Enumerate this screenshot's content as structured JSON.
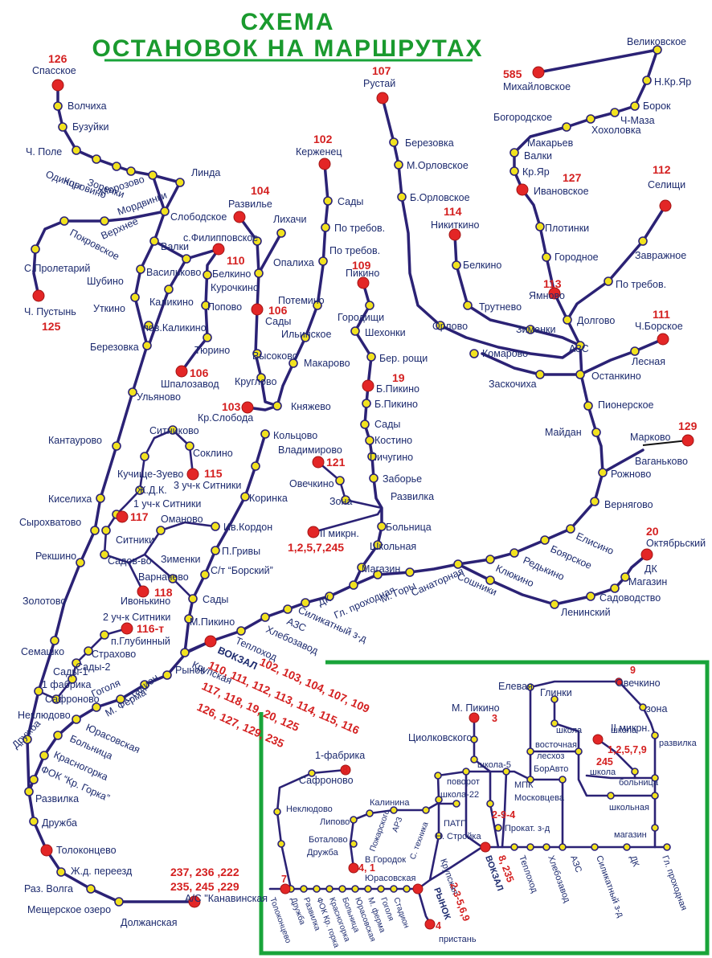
{
  "title": {
    "line1": "СХЕМА",
    "line2": "ОСТАНОВОК НА МАРШРУТАХ"
  },
  "colors": {
    "route": "#2b2275",
    "stop_fill": "#f1e21f",
    "terminal": "#e32626",
    "frame": "#19a43a",
    "label": "#1c2a6e",
    "route_number": "#d42020"
  },
  "routes": {
    "r126": "126",
    "r125": "125",
    "r104": "104",
    "r110": "110",
    "r106": "106",
    "r106b": "106",
    "r102": "102",
    "r109": "109",
    "r107": "107",
    "r114": "114",
    "r113": "113",
    "r585": "585",
    "r127": "127",
    "r112": "112",
    "r111": "111",
    "r103": "103",
    "r115": "115",
    "r117": "117",
    "r118": "118",
    "r116t": "116-т",
    "r19": "19",
    "r121": "121",
    "r129": "129",
    "r20": "20",
    "r_ii": "1,2,5,7,245",
    "r_az1": "237, 236 ,222",
    "r_az2": "235, 245 ,229",
    "vokzal_1": "110, 111, 112, 113, 114, 115, 116",
    "vokzal_2": "117, 118, 19, 20, 125",
    "vokzal_3": "126, 127, 129, 235",
    "vokzal_top": "102, 103, 104, 107, 109",
    "in_3": "3",
    "in_9": "9",
    "in_8": "8",
    "in_7": "7",
    "in_41": "4, 1",
    "in_4": "4",
    "in_294": "2-9-4",
    "in_23569": "2-3-5,6,9",
    "in_8235": "8, 235",
    "in_1257": "1,2,5,7,9",
    "in_245": "245"
  },
  "stops": {
    "spasskoe": "Спасское",
    "volchiha": "Волчиха",
    "buzuiki": "Бузуйки",
    "ch_pole": "Ч. Поле",
    "odintsy": "Одинцы",
    "korovino": "Коровино",
    "zorenki": "Зоренки",
    "morozovo": "Морозово",
    "mordvinki": "Мордвинки",
    "linda": "Линда",
    "slobodskoe": "Слободское",
    "verhnee": "Верхнее",
    "pokrovskoe": "Покровское",
    "s_proletariy": "С.Пролетарий",
    "ch_pustyn": "Ч. Пустынь",
    "valki_l": "Валки",
    "shubino": "Шубино",
    "vasilkovo": "Васильково",
    "utkino": "Уткино",
    "kalikino": "Каликино",
    "pov_kalikino": "пов.Каликино",
    "berezovka_l": "Березовка",
    "tyurino": "Тюрино",
    "shpalozavod": "Шпалозавод",
    "ulyanovo": "Ульяново",
    "razvilye": "Развилье",
    "s_filippovskoe": "с.Филипповское",
    "belkino_m": "Белкино",
    "kurochkino": "Курочкино",
    "popovo": "Попово",
    "lihachi": "Лихачи",
    "opaliha": "Опалиха",
    "sady_m": "Сады",
    "vysokovo": "Высоково",
    "kruglovo": "Круглово",
    "kerzhenets": "Керженец",
    "sady_k": "Сады",
    "po_treb1": "По требов.",
    "po_treb2": "По требов.",
    "potemino": "Потемино",
    "ilinskoe": "Ильинское",
    "makarovo": "Макарово",
    "knyazhevo": "Княжево",
    "koltsovo": "Кольцово",
    "kr_sloboda": "Кр.Слобода",
    "kantaurovo": "Кантаурово",
    "sitnikovo": "Ситниково",
    "soklino": "Соклино",
    "kuchische": "Кучище-Зуево",
    "sitniki3": "3 уч-к Ситники",
    "zhdk": "Ж.Д.К.",
    "kiseliha": "Киселиха",
    "sitniki1": "1 уч-к Ситники",
    "syrohvatovo": "Сырохватово",
    "omanovo": "Оманово",
    "iv_kordon": "Ив.Кордон",
    "koринka": "Коринка",
    "sitniki": "Ситники",
    "reshkino": "Рекшино",
    "sadovvo": "Садов-во",
    "zimenki_l": "Зименки",
    "p_grivy": "П.Гривы",
    "varnachevo": "Варначево",
    "s_t_borsky": "С/т “Борский”",
    "ivonkino": "Ивонькино",
    "zolotovo": "Золотово",
    "sady_s": "Сады",
    "m_pikino": "М.Пикино",
    "sitniki2": "2 уч-к Ситники",
    "p_glubinny": "п.Глубинный",
    "semashko": "Семашко",
    "strahovo": "Страхово",
    "sady2": "Сады-2",
    "sady1": "Сады-1",
    "fabrika1": "1 фабрика",
    "safronovo": "Сафроново",
    "neklyudovo": "Неклюдово",
    "druzhba": "Дружба",
    "gogolya": "Гоголя",
    "stadion": "Стадион",
    "rynok": "Рынок",
    "krupskaya": "Крупская",
    "m_ferma": "М. Ферма",
    "yurasovskaya": "Юрасовская",
    "bolnitsa_l": "Больница",
    "krasnogorka": "Красногорка",
    "fok": "ФОК “Кр. Горка”",
    "razvilka_l": "Развилка",
    "druzhba2": "Дружба",
    "tolokontsevo": "Толоконцево",
    "zhd_pereezd": "Ж.д. переезд",
    "raz_volga": "Раз. Волга",
    "mescherskoe": "Мещерское озеро",
    "dolzhanskaya": "Должанская",
    "as_kanavinskaya": "А/С \"Канавинская",
    "vokzal": "ВОКЗАЛ",
    "teplohod": "Теплоход",
    "hlebozavod": "Хлебозавод",
    "azs_m": "АЗС",
    "silikatny": "Силикатный з-д",
    "dk_m": "ДК",
    "gl_prohodnaya": "Гл. проходная",
    "m_gory": "М. Горы",
    "magazin_m": "Магазин",
    "sanatornaya": "Санаторная",
    "shkolnaya_m": "Школьная",
    "bolnitsa_m": "Больница",
    "ii_mikrn": "II микрн.",
    "pikino": "Пикино",
    "gorodischi": "Городищи",
    "shehonki": "Шехонки",
    "ber_roschi": "Бер. рощи",
    "b_pikino1": "Б.Пикино",
    "b_pikino2": "Б.Пикино",
    "sady_p": "Сады",
    "kostino": "Костино",
    "pichugino": "Пичугино",
    "zaborye": "Заборье",
    "razvilka_p": "Развилка",
    "vladimirovo": "Владимирово",
    "ovechkino": "Овечкино",
    "zona": "Зона",
    "rustai": "Рустай",
    "berezovka_r": "Березовка",
    "m_orlovskoe": "М.Орловское",
    "b_orlovskoe": "Б.Орловское",
    "orlovo": "Орлово",
    "nikitkino": "Никиткино",
    "belkino_r": "Белкино",
    "trutnevo": "Трутнево",
    "zimenki_r": "Зименки",
    "komarovo": "Комарово",
    "zaskochiha": "Заскочиха",
    "velikovskoe": "Великовское",
    "mihailovskoe": "Михайловское",
    "n_kr_yar": "Н.Кр.Яр",
    "borok": "Борок",
    "ch_maza": "Ч-Маза",
    "bogorodskoe": "Богородское",
    "hoholovka": "Хохоловка",
    "makaryev": "Макарьев",
    "valki_r": "Валки",
    "kr_yar": "Кр.Яр",
    "ivanovskoe": "Ивановское",
    "selischi": "Селищи",
    "plotinki": "Плотинки",
    "gorodnoe": "Городное",
    "zavrazhnoe": "Завражное",
    "yamnovo": "Ямново",
    "po_treb_r": "По требов.",
    "dolgovo": "Долгово",
    "azs_r": "АЗС",
    "ch_borskoe": "Ч.Борское",
    "lesnaya": "Лесная",
    "ostankino": "Останкино",
    "pionerskoe": "Пионерское",
    "maidan": "Майдан",
    "markovo": "Марково",
    "vagankovo": "Ваганьково",
    "rozhnovo": "Рожново",
    "vernyagovo": "Вернягово",
    "elisino": "Елисино",
    "boyarskoe": "Боярское",
    "redkino": "Редькино",
    "klyukino": "Клюкино",
    "soshniki": "Сошники",
    "oktyabrsky": "Октябрьский",
    "dk_r": "ДК",
    "magazin_r": "Магазин",
    "sadovodstvo": "Садоводство",
    "leninsky": "Ленинский"
  },
  "inset": {
    "ovechkino": "Овечкино",
    "elevaya": "Елевая",
    "glinki": "Глинки",
    "zona": "зона",
    "shkola_a": "школа",
    "shkola_b": "школа",
    "vostochnaya": "восточная",
    "razvilka": "развилка",
    "ii_mikrn": "II микрн.",
    "m_pikino": "М. Пикино",
    "tsiolkovskogo": "Циолковского",
    "lesoz": "лесхоз",
    "borauto": "БорАвто",
    "shkola5": "школа-5",
    "shkola_c": "школа",
    "bolnitsa": "больница",
    "fabrika1": "1-фабрика",
    "safronovo": "Сафроново",
    "povorot": "поворот",
    "shkola22": "школа-22",
    "mpk": "МПК",
    "moskovtseva": "Московцева",
    "shkolnaya": "школьная",
    "neklyudovo": "Неклюдово",
    "kalinina": "Калинина",
    "lipovo": "Липово",
    "patp": "ПАТП",
    "n_stroika": "Н. Стройка",
    "prokat": "Прокат. з-д",
    "magazin": "магазин",
    "botalovo": "Боталово",
    "druzhba": "Дружба",
    "pozharskogo": "Пожарского",
    "ars": "АРЗ",
    "s_tehnika": "С. техника",
    "v_gorodok": "В.Городок",
    "yurasovskaya": "Юрасовская",
    "krupskaya": "Крупская",
    "rynok": "РЫНОК",
    "vokzal": "ВОКЗАЛ",
    "teplohod": "Теплоход",
    "hlebozavod": "Хлебозавод",
    "azs": "АЗС",
    "silikatny": "Силикатный з-д",
    "dk": "ДК",
    "gl_prohodnaya": "Гл. проходная",
    "pristan": "пристань",
    "tolokontsevo": "Толоконцево",
    "druzhba_b": "Дружба",
    "razvilka_b": "Развилка",
    "fok_b": "ФОК Кр. горка",
    "krasnogorka_b": "Красногорка",
    "bolnitsa_b": "Больница",
    "yurasovskaya_b": "Юрасовская",
    "m_ferma_b": "М. ферма",
    "gogolya_b": "Гоголя",
    "stadion_b": "Стадион"
  }
}
